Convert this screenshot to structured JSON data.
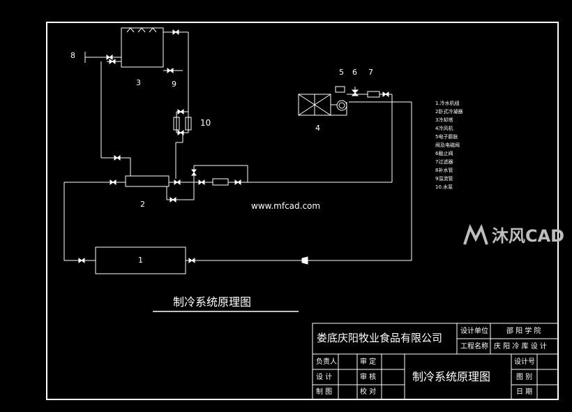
{
  "diagram": {
    "labels": {
      "n1": "1",
      "n2": "2",
      "n3": "3",
      "n4": "4",
      "n5": "5",
      "n6": "6",
      "n7": "7",
      "n8": "8",
      "n9": "9",
      "n10": "10"
    },
    "title": "制冷系统原理图",
    "website": "www.mfcad.com",
    "legend": [
      "1.冷水机组",
      "2卧式冷凝器",
      "3冷却塔",
      "4冷风机",
      "5电子膨胀",
      "  阀及电磁阀",
      "6截止阀",
      "7过滤器",
      "8补水管",
      "9溢流管",
      "10.水泵"
    ]
  },
  "title_block": {
    "company": "娄底庆阳牧业食品有限公司",
    "design_unit_label": "设计单位",
    "design_unit_value": "邵 阳 学 院",
    "project_name_label": "工程名称",
    "project_name_value": "庆 阳 冷 库 设 计",
    "drawing_title": "制冷系统原理图",
    "rows": [
      {
        "role": "负责人",
        "check": "审 定"
      },
      {
        "role": "设 计",
        "check": "审 核"
      },
      {
        "role": "制 图",
        "check": "校 对"
      }
    ],
    "right_labels": [
      "设计号",
      "图 别",
      "日 期"
    ]
  },
  "watermark": {
    "brand": "沐风CAD"
  }
}
